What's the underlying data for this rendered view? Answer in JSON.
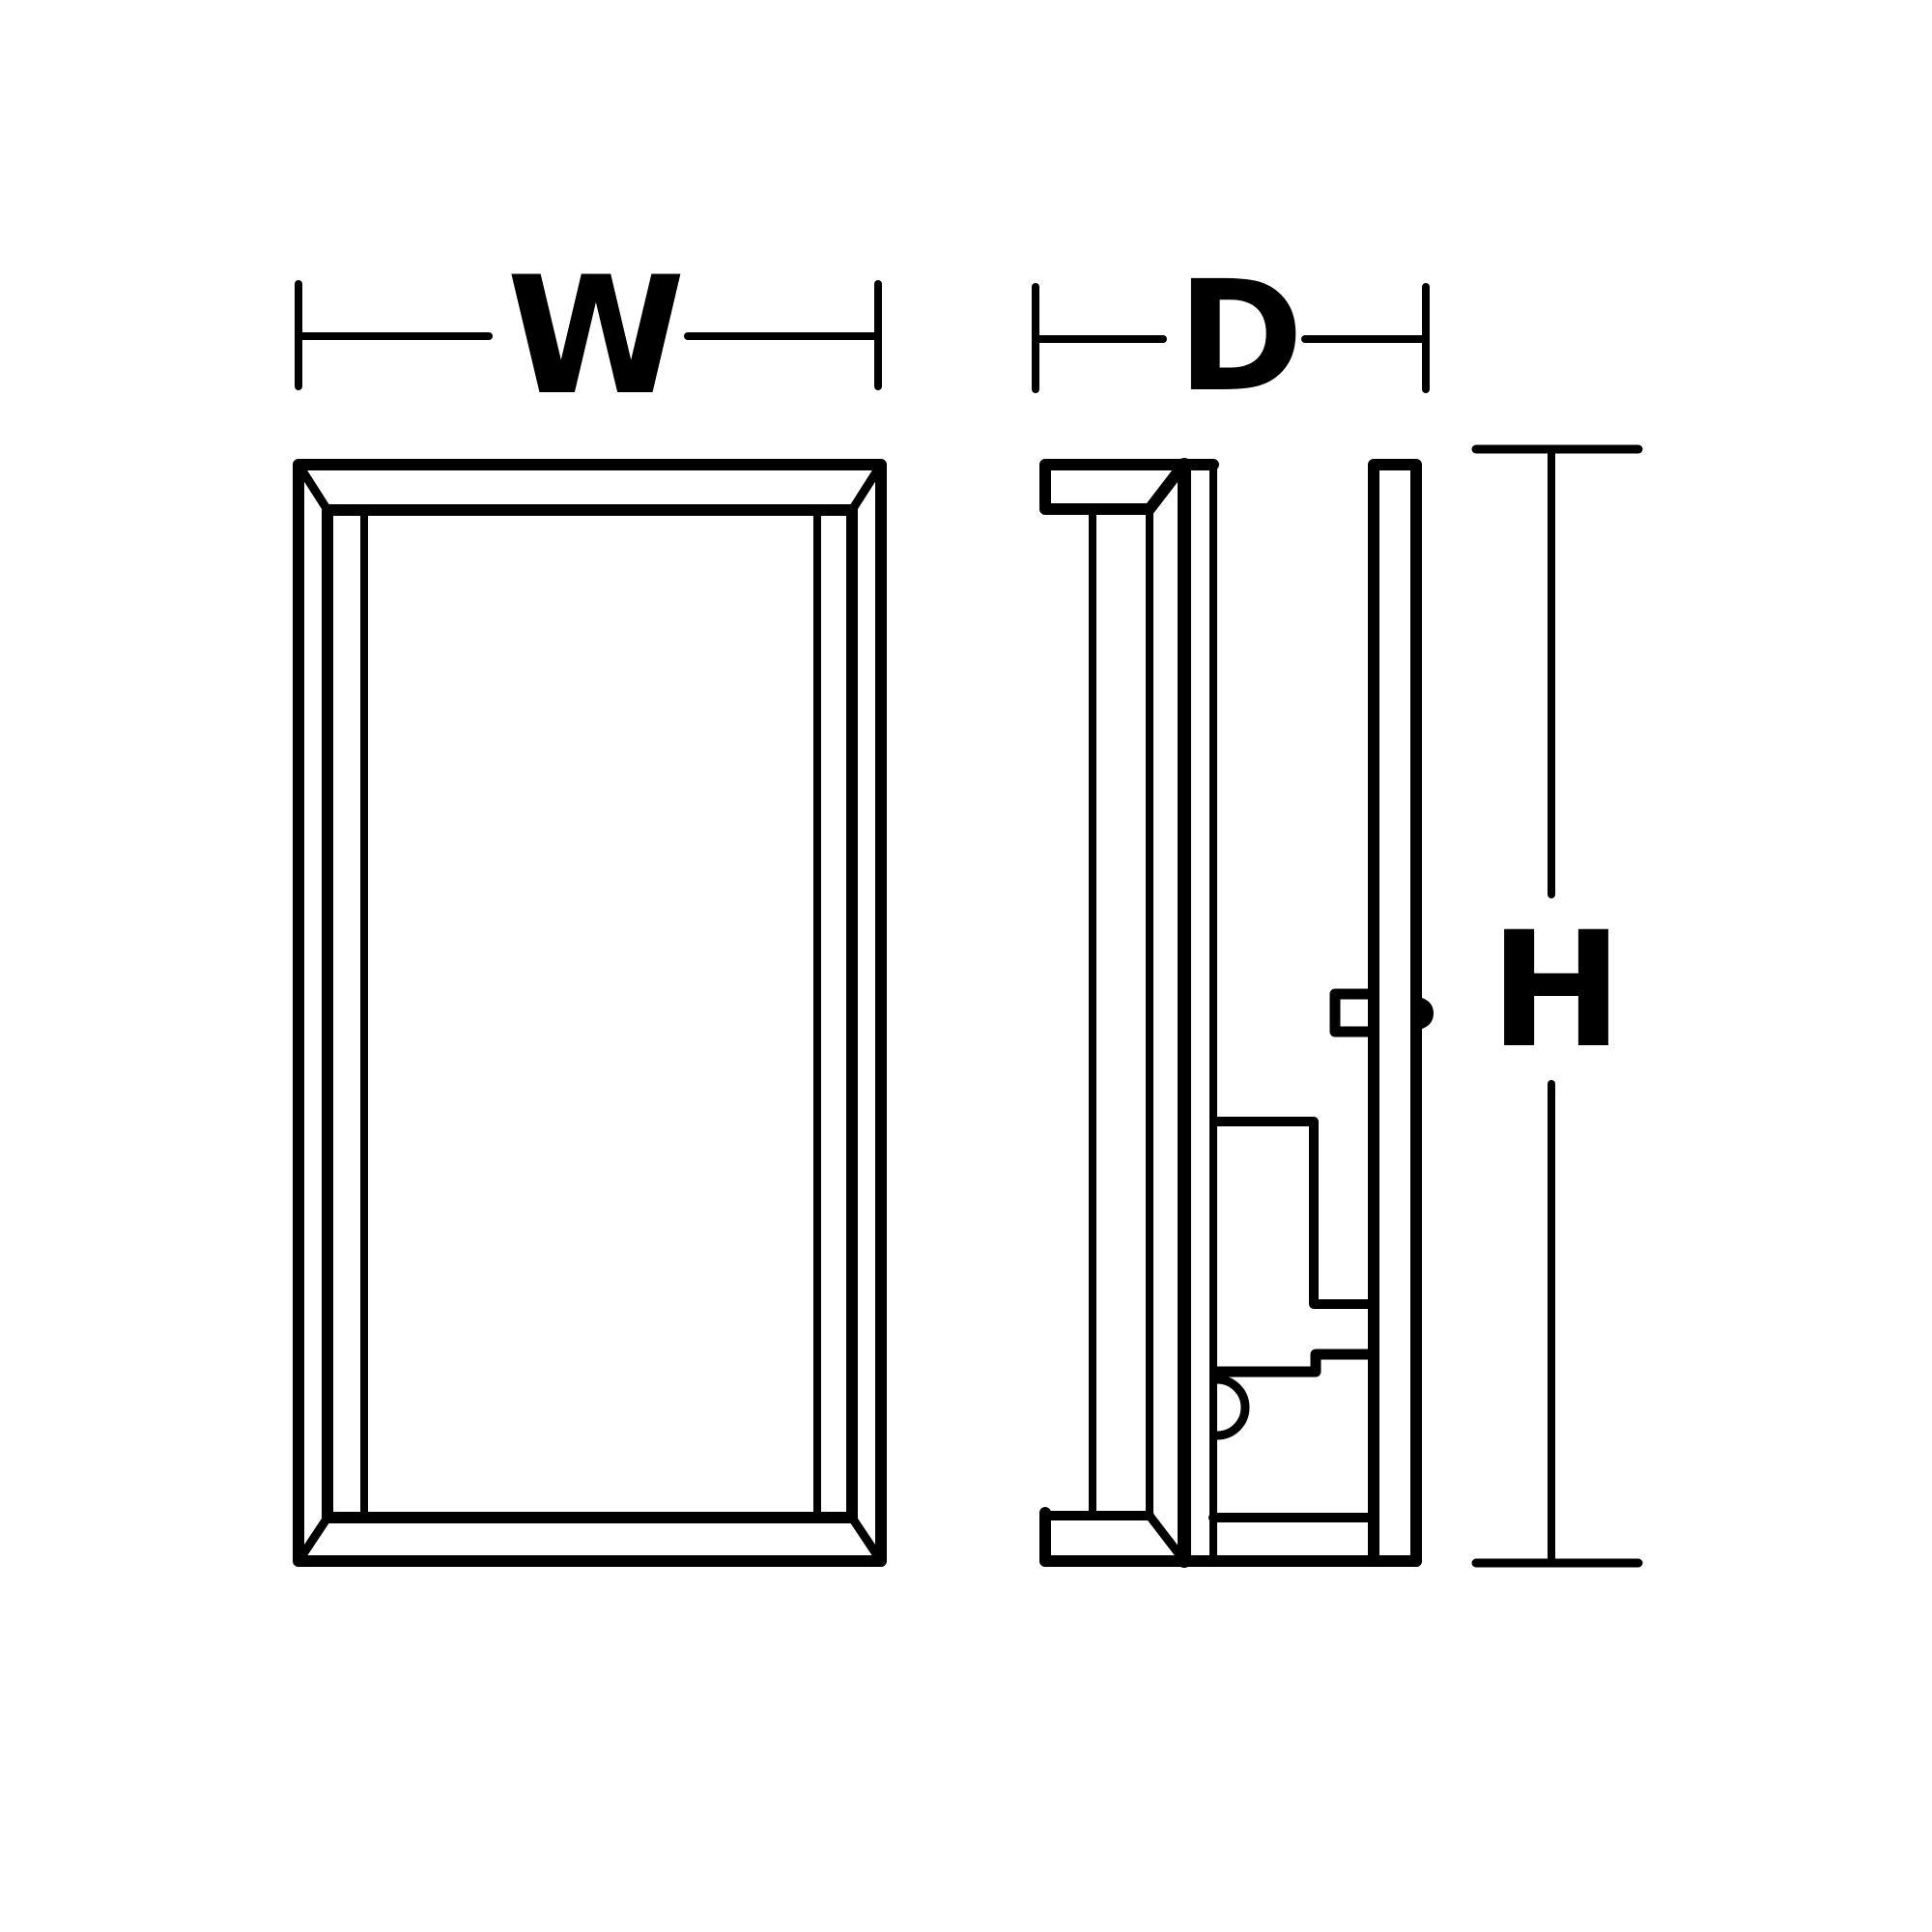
{
  "diagram": {
    "type": "product-dimension-drawing",
    "subject": "rectangular wall-mounted light fixture",
    "views": [
      {
        "name": "front-view",
        "description": "Front elevation with beveled rectangular frame"
      },
      {
        "name": "side-view",
        "description": "Side profile with mounting bracket and backplate"
      }
    ],
    "dimensions": {
      "width": {
        "label": "W"
      },
      "depth": {
        "label": "D"
      },
      "height": {
        "label": "H"
      }
    },
    "colors": {
      "line": "#000000",
      "background": "#ffffff"
    }
  }
}
